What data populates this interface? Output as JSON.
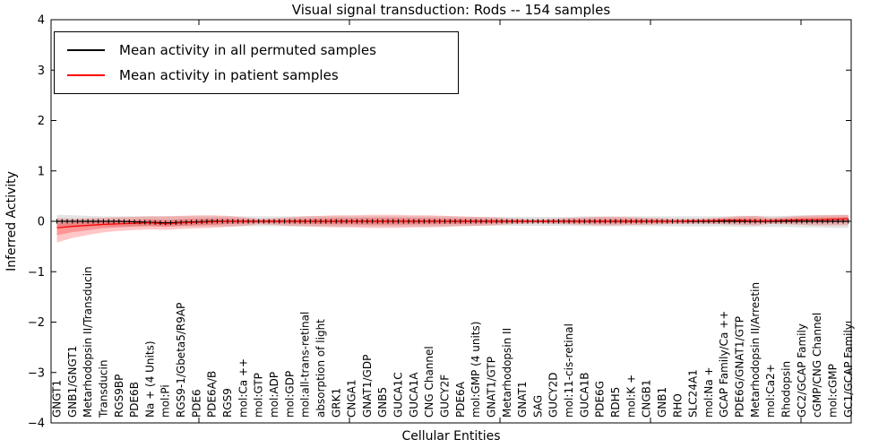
{
  "title": "Visual signal transduction: Rods -- 154 samples",
  "axes": {
    "x_label": "Cellular Entities",
    "y_label": "Inferred Activity"
  },
  "legend": {
    "position": "upper left",
    "items": [
      {
        "label": "Mean activity in all permuted samples",
        "color": "#000000"
      },
      {
        "label": "Mean activity in patient samples",
        "color": "#ff0000"
      }
    ]
  },
  "chart_data": {
    "type": "line",
    "title": "Visual signal transduction: Rods -- 154 samples",
    "xlabel": "Cellular Entities",
    "ylabel": "Inferred Activity",
    "ylim": [
      -4,
      4
    ],
    "y_ticks": [
      4,
      3,
      2,
      1,
      0,
      -1,
      -2,
      -3,
      -4
    ],
    "grid": false,
    "legend_position": "upper left",
    "n_sample_markers": 154,
    "categories": [
      "GNGT1",
      "GNB1/GNGT1",
      "Metarhodopsin II/Transducin",
      "Transducin",
      "RGS9BP",
      "PDE6B",
      "Na + (4 Units)",
      "mol:Pi",
      "RGS9-1/Gbeta5/R9AP",
      "PDE6",
      "PDE6A/B",
      "RGS9",
      "mol:Ca ++",
      "mol:GTP",
      "mol:ADP",
      "mol:GDP",
      "mol:all-trans-retinal",
      "absorption of light",
      "GRK1",
      "CNGA1",
      "GNAT1/GDP",
      "GNB5",
      "GUCA1C",
      "GUCA1A",
      "CNG Channel",
      "GUCY2F",
      "PDE6A",
      "mol:GMP (4 units)",
      "GNAT1/GTP",
      "Metarhodopsin II",
      "GNAT1",
      "SAG",
      "GUCY2D",
      "mol:11-cis-retinal",
      "GUCA1B",
      "PDE6G",
      "RDH5",
      "mol:K +",
      "CNGB1",
      "GNB1",
      "RHO",
      "SLC24A1",
      "mol:Na +",
      "GCAP Family/Ca ++",
      "PDE6G/GNAT1/GTP",
      "Metarhodopsin II/Arrestin",
      "mol:Ca2+",
      "Rhodopsin",
      "GC2/GCAP Family",
      "cGMP/CNG Channel",
      "mol:cGMP",
      "GC1/GCAP Family"
    ],
    "series": [
      {
        "name": "Mean activity in all permuted samples",
        "color": "#000000",
        "band_color": "#000000",
        "band_opacity": 0.11,
        "values": [
          0,
          0,
          0,
          0,
          0,
          -0.01,
          -0.02,
          -0.03,
          -0.02,
          -0.01,
          0,
          0,
          0,
          0,
          0,
          0,
          0,
          0,
          0,
          0,
          0,
          0,
          0,
          0,
          0,
          0,
          0,
          0,
          0,
          0,
          0,
          0,
          0,
          0,
          0,
          0,
          0,
          0,
          0,
          0,
          0,
          0,
          0,
          0,
          0,
          0,
          0,
          0,
          0,
          0,
          0,
          0
        ],
        "band_upper": [
          0.13,
          0.12,
          0.11,
          0.1,
          0.1,
          0.1,
          0.1,
          0.1,
          0.1,
          0.1,
          0.1,
          0.1,
          0.1,
          0.1,
          0.1,
          0.1,
          0.1,
          0.1,
          0.1,
          0.1,
          0.1,
          0.1,
          0.1,
          0.1,
          0.1,
          0.1,
          0.09,
          0.09,
          0.09,
          0.09,
          0.09,
          0.09,
          0.09,
          0.09,
          0.1,
          0.1,
          0.1,
          0.1,
          0.1,
          0.1,
          0.1,
          0.1,
          0.1,
          0.1,
          0.11,
          0.11,
          0.11,
          0.11,
          0.12,
          0.12,
          0.13,
          0.13
        ],
        "band_lower": [
          -0.13,
          -0.12,
          -0.11,
          -0.1,
          -0.1,
          -0.1,
          -0.1,
          -0.1,
          -0.1,
          -0.1,
          -0.1,
          -0.1,
          -0.1,
          -0.1,
          -0.1,
          -0.1,
          -0.1,
          -0.1,
          -0.1,
          -0.1,
          -0.1,
          -0.1,
          -0.1,
          -0.1,
          -0.1,
          -0.1,
          -0.09,
          -0.09,
          -0.09,
          -0.09,
          -0.09,
          -0.09,
          -0.09,
          -0.09,
          -0.1,
          -0.1,
          -0.1,
          -0.1,
          -0.1,
          -0.1,
          -0.1,
          -0.1,
          -0.1,
          -0.1,
          -0.11,
          -0.11,
          -0.11,
          -0.11,
          -0.12,
          -0.12,
          -0.13,
          -0.13
        ]
      },
      {
        "name": "Mean activity in patient samples",
        "color": "#ff0000",
        "band_color": "#ff0000",
        "band_opacity": 0.22,
        "values": [
          -0.13,
          -0.1,
          -0.08,
          -0.06,
          -0.05,
          -0.04,
          -0.03,
          -0.05,
          -0.03,
          -0.02,
          -0.01,
          0,
          0,
          0,
          0,
          0,
          0,
          0,
          0,
          0,
          0,
          0,
          0,
          0,
          0,
          0,
          0,
          0,
          0,
          0,
          0,
          0,
          0,
          0,
          0,
          0,
          0,
          0,
          0,
          0,
          0,
          0.01,
          0.01,
          0.02,
          0.02,
          0.01,
          0.01,
          0.02,
          0.03,
          0.03,
          0.04,
          0.05
        ],
        "band_upper": [
          0.06,
          0.05,
          0.06,
          0.07,
          0.08,
          0.09,
          0.1,
          0.1,
          0.11,
          0.12,
          0.12,
          0.11,
          0.08,
          0.05,
          0.06,
          0.08,
          0.1,
          0.11,
          0.12,
          0.12,
          0.13,
          0.13,
          0.13,
          0.12,
          0.12,
          0.11,
          0.1,
          0.09,
          0.08,
          0.06,
          0.05,
          0.04,
          0.05,
          0.07,
          0.08,
          0.09,
          0.09,
          0.08,
          0.07,
          0.06,
          0.05,
          0.05,
          0.06,
          0.08,
          0.1,
          0.11,
          0.07,
          0.09,
          0.11,
          0.12,
          0.12,
          0.13
        ],
        "band_lower": [
          -0.42,
          -0.33,
          -0.27,
          -0.22,
          -0.19,
          -0.17,
          -0.16,
          -0.17,
          -0.15,
          -0.14,
          -0.13,
          -0.11,
          -0.09,
          -0.06,
          -0.07,
          -0.09,
          -0.1,
          -0.11,
          -0.12,
          -0.12,
          -0.13,
          -0.13,
          -0.13,
          -0.12,
          -0.12,
          -0.11,
          -0.1,
          -0.09,
          -0.08,
          -0.06,
          -0.05,
          -0.04,
          -0.05,
          -0.06,
          -0.07,
          -0.08,
          -0.08,
          -0.07,
          -0.07,
          -0.06,
          -0.05,
          -0.05,
          -0.05,
          -0.06,
          -0.07,
          -0.08,
          -0.05,
          -0.06,
          -0.07,
          -0.08,
          -0.08,
          -0.08
        ]
      }
    ]
  }
}
